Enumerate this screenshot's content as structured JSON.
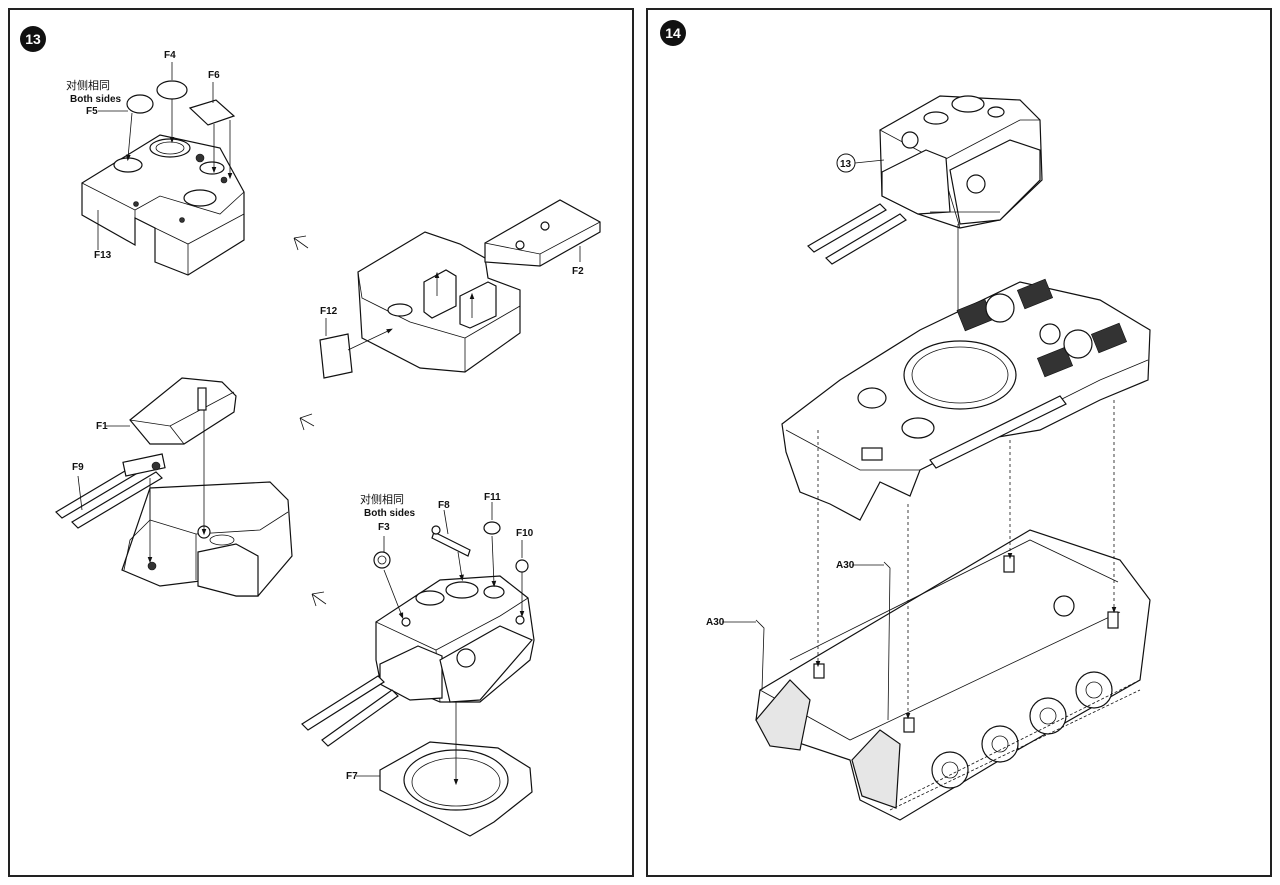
{
  "steps": [
    {
      "number": "13"
    },
    {
      "number": "14"
    }
  ],
  "step13": {
    "note_both_sides_cn": "对侧相同",
    "note_both_sides_en": "Both sides",
    "labels": {
      "F4": "F4",
      "F5": "F5",
      "F6": "F6",
      "F13": "F13",
      "F2": "F2",
      "F12": "F12",
      "F1": "F1",
      "F9": "F9",
      "F3": "F3",
      "F8": "F8",
      "F11": "F11",
      "F10": "F10",
      "F7": "F7"
    }
  },
  "step14": {
    "labels": {
      "ref13": "13",
      "A30_upper": "A30",
      "A30_lower": "A30"
    }
  }
}
